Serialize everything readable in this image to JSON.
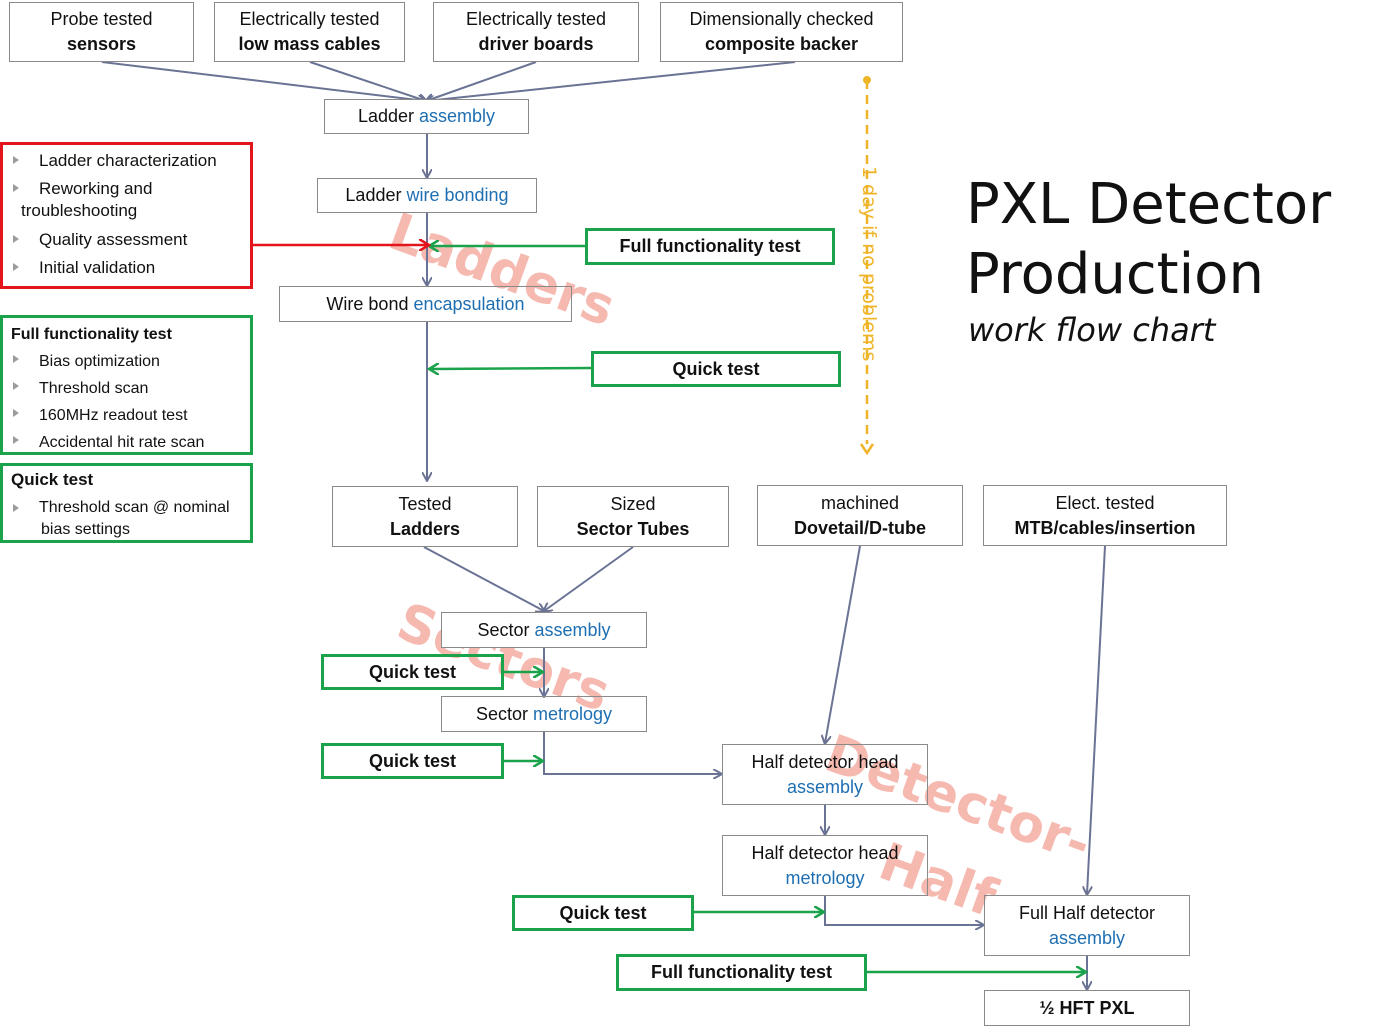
{
  "title": {
    "line1": "PXL Detector",
    "line2": "Production",
    "subtitle": "work flow chart"
  },
  "timeline_label": "1 day if no problems",
  "watermarks": {
    "ladders": "Ladders",
    "sectors": "Sectors",
    "detector": "Detector-",
    "half": "Half"
  },
  "inputs": {
    "probe": {
      "line1": "Probe tested",
      "line2": "sensors"
    },
    "cables": {
      "line1": "Electrically tested",
      "line2": "low mass cables"
    },
    "boards": {
      "line1": "Electrically tested",
      "line2": "driver boards"
    },
    "backer": {
      "line1": "Dimensionally checked",
      "line2": "composite backer"
    }
  },
  "ladder": {
    "assembly": {
      "a": "Ladder ",
      "b": "assembly"
    },
    "wirebond": {
      "a": "Ladder ",
      "b": "wire bonding"
    },
    "encap": {
      "a": "Wire bond ",
      "b": "encapsulation"
    }
  },
  "stage2": {
    "ladders": {
      "line1": "Tested",
      "line2": "Ladders"
    },
    "tubes": {
      "line1": "Sized",
      "line2": "Sector Tubes"
    },
    "dovetail": {
      "line1": "machined",
      "line2": "Dovetail/D-tube"
    },
    "mtb": {
      "line1": "Elect. tested",
      "line2": "MTB/cables/insertion"
    }
  },
  "sector": {
    "assembly": {
      "a": "Sector ",
      "b": "assembly"
    },
    "metrology": {
      "a": "Sector ",
      "b": "metrology"
    }
  },
  "half": {
    "head_assembly": {
      "a": "Half detector head",
      "b": "assembly"
    },
    "head_metrology": {
      "a": "Half detector head",
      "b": "metrology"
    },
    "full_assembly": {
      "a": "Full Half detector",
      "b": "assembly"
    },
    "final": "½ HFT PXL"
  },
  "tests": {
    "full_func_1": "Full functionality test",
    "quick_1": "Quick test",
    "quick_2": "Quick test",
    "quick_3": "Quick test",
    "quick_4": "Quick test",
    "full_func_2": "Full functionality test"
  },
  "panels": {
    "red": {
      "items": [
        "Ladder characterization",
        "Reworking and",
        "troubleshooting",
        "Quality assessment",
        "Initial validation"
      ]
    },
    "full": {
      "title": "Full functionality test",
      "items": [
        "Bias optimization",
        "Threshold scan",
        "160MHz readout test",
        "Accidental hit rate scan"
      ]
    },
    "quick": {
      "title": "Quick test",
      "items": [
        "Threshold scan @ nominal",
        "bias settings"
      ]
    }
  },
  "colors": {
    "flow_arrow": "#6b7395",
    "test_arrow": "#1aa34a",
    "red_arrow": "#e3141b",
    "timeline": "#f0b429",
    "link_blue": "#1e6fb2"
  }
}
